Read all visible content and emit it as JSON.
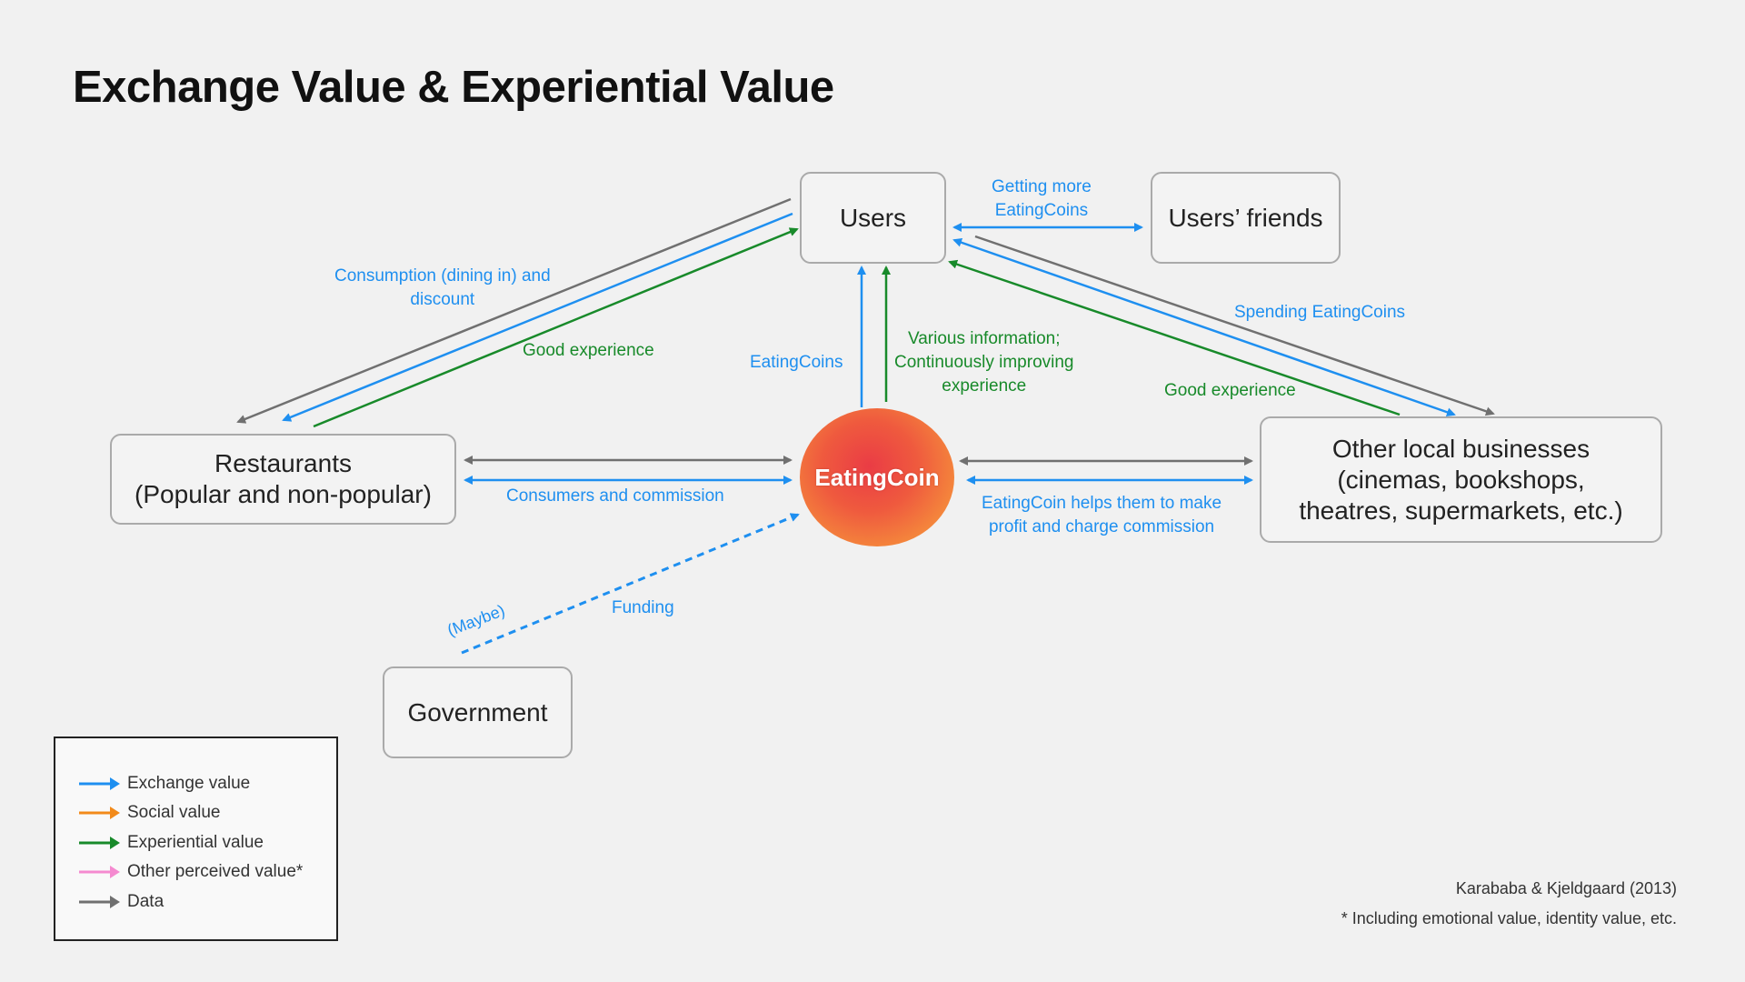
{
  "title": "Exchange Value & Experiential Value",
  "nodes": {
    "users": "Users",
    "friends": "Users’ friends",
    "restaurants": [
      "Restaurants",
      "(Popular and non-popular)"
    ],
    "other_businesses": [
      "Other local businesses",
      "(cinemas, bookshops,",
      "theatres, supermarkets, etc.)"
    ],
    "government": "Government",
    "eatingcoin": "EatingCoin"
  },
  "edge_labels": {
    "getting_more": [
      "Getting more",
      "EatingCoins"
    ],
    "consumption": [
      "Consumption (dining in) and",
      "discount"
    ],
    "good_experience_left": "Good experience",
    "eatingcoins_up": "EatingCoins",
    "various_info": [
      "Various information;",
      "Continuously improving",
      "experience"
    ],
    "spending": "Spending EatingCoins",
    "good_experience_right": "Good experience",
    "consumers_commission": "Consumers and commission",
    "helps_profit": [
      "EatingCoin helps them to make",
      "profit and charge commission"
    ],
    "funding": "Funding",
    "maybe": "(Maybe)"
  },
  "legend": [
    {
      "label": "Exchange value",
      "color": "#1e8ff0"
    },
    {
      "label": "Social value",
      "color": "#f28a1a"
    },
    {
      "label": "Experiential value",
      "color": "#188a2a"
    },
    {
      "label": "Other perceived value*",
      "color": "#f58ad0"
    },
    {
      "label": "Data",
      "color": "#707070"
    }
  ],
  "colors": {
    "exchange": "#1e8ff0",
    "experiential": "#188a2a",
    "data": "#707070"
  },
  "citation": "Karababa & Kjeldgaard (2013)",
  "footnote": "* Including emotional value, identity value, etc."
}
